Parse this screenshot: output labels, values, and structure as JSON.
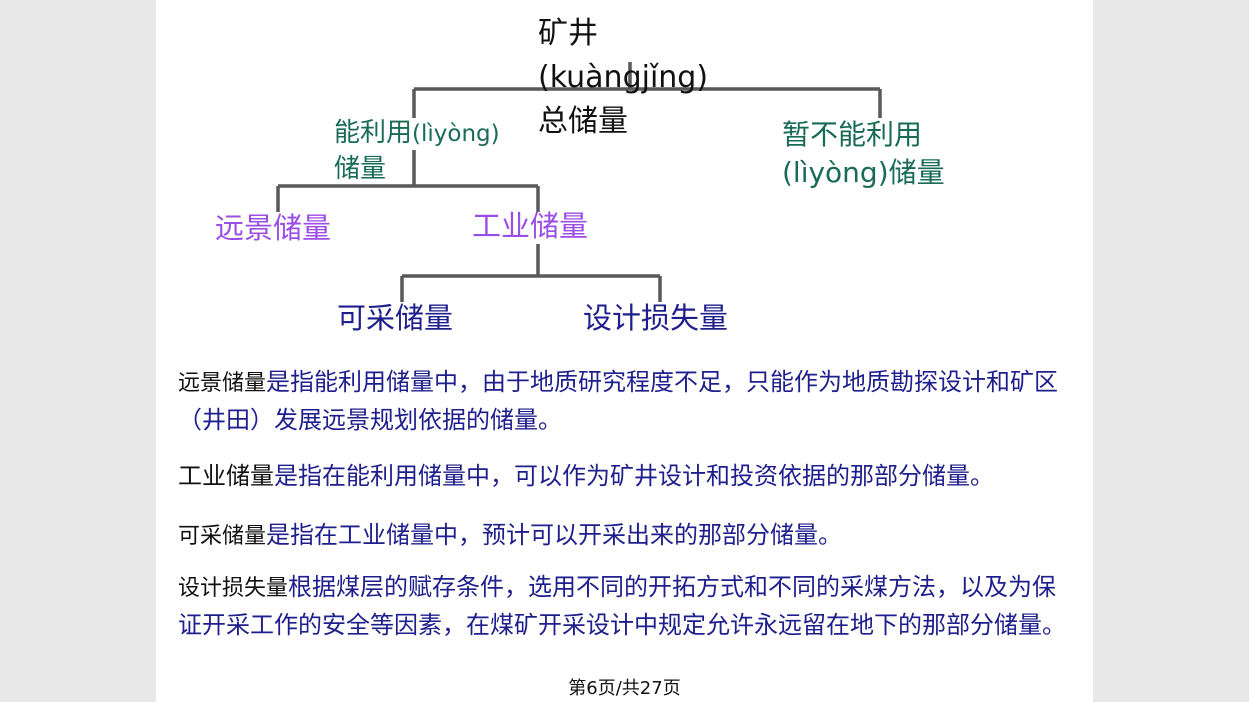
{
  "tree": {
    "root": {
      "line1": "矿井",
      "line2": "(kuàngjǐng)",
      "line3": "总储量"
    },
    "usable": {
      "line1_text": "能利用",
      "line1_pinyin": "(lìyòng)",
      "line2": "储量"
    },
    "unusable": {
      "line1": "暂不能利用",
      "line2": "(lìyòng)储量"
    },
    "prospect": "远景储量",
    "industrial": "工业储量",
    "mineable": "可采储量",
    "design_loss": "设计损失量"
  },
  "colors": {
    "connector": "#595959",
    "level1": "#1a6b56",
    "level2": "#9b4ee6",
    "level3": "#1e1e8c",
    "body": "#1e1e8c"
  },
  "definitions": [
    {
      "term": "远景储量",
      "text": "是指能利用储量中，由于地质研究程度不足，只能作为地质勘探设计和矿区（井田）发展远景规划依据的储量。"
    },
    {
      "term": "工业储量",
      "text": "是指在能利用储量中，可以作为矿井设计和投资依据的那部分储量。"
    },
    {
      "term": "可采储量",
      "text": "是指在工业储量中，预计可以开采出来的那部分储量。"
    },
    {
      "term": "设计损失量",
      "text": "根据煤层的赋存条件，选用不同的开拓方式和不同的采煤方法，以及为保证开采工作的安全等因素，在煤矿开采设计中规定允许永远留在地下的那部分储量。"
    }
  ],
  "footer": "第6页/共27页"
}
